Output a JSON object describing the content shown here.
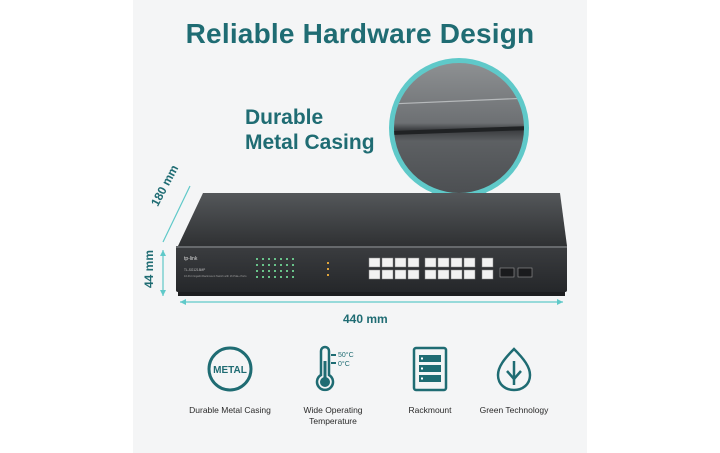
{
  "heading": "Reliable Hardware Design",
  "feature_callout": {
    "line1": "Durable",
    "line2": "Metal Casing"
  },
  "dimensions": {
    "depth": "180 mm",
    "height": "44 mm",
    "width": "440 mm"
  },
  "device": {
    "brand": "tp-link",
    "model": "TL-SG1218MP",
    "description": "16-Port Gigabit Rackmount Switch with 16 PoE+ Ports"
  },
  "features": [
    {
      "label": "Durable Metal Casing",
      "icon": "metal-badge-icon",
      "badge_text": "METAL"
    },
    {
      "label": "Wide Operating Temperature",
      "icon": "thermometer-icon",
      "temp_high": "50°C",
      "temp_low": "0°C"
    },
    {
      "label": "Rackmount",
      "icon": "rack-server-icon"
    },
    {
      "label": "Green Technology",
      "icon": "leaf-icon"
    }
  ],
  "colors": {
    "accent": "#1f6c73",
    "callout": "#5fc9c9",
    "body": "#3a3c3f"
  }
}
